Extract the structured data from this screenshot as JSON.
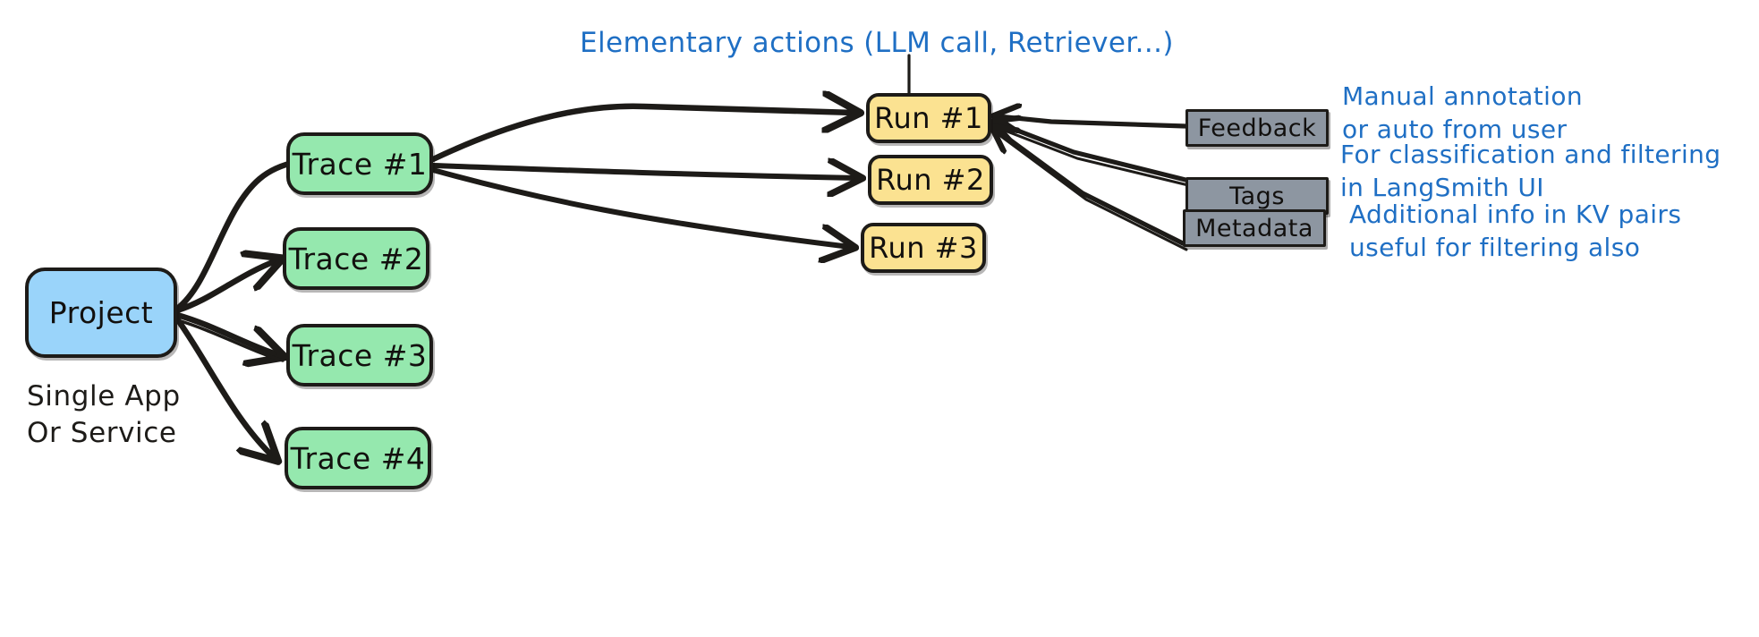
{
  "diagram": {
    "title": "LangSmith tracing hierarchy",
    "colors": {
      "project_fill": "#9ad4fa",
      "trace_fill": "#95e8ae",
      "run_fill": "#fbe291",
      "meta_fill": "#8d96a1",
      "stroke": "#1d1b18",
      "annotation_text": "#1f6fc4",
      "caption_text": "#1d1b18",
      "background": "#ffffff"
    }
  },
  "project": {
    "label": "Project",
    "caption": "Single App\nOr Service"
  },
  "traces": [
    {
      "label": "Trace #1"
    },
    {
      "label": "Trace #2"
    },
    {
      "label": "Trace #3"
    },
    {
      "label": "Trace #4"
    }
  ],
  "runs": [
    {
      "label": "Run #1"
    },
    {
      "label": "Run #2"
    },
    {
      "label": "Run #3"
    }
  ],
  "run_annotation": {
    "text": "Elementary actions (LLM call, Retriever...)"
  },
  "attributes": [
    {
      "label": "Feedback",
      "note": "Manual annotation\nor auto from user"
    },
    {
      "label": "Tags",
      "note": "For classification and filtering\nin LangSmith UI"
    },
    {
      "label": "Metadata",
      "note": "Additional info in KV pairs\nuseful for filtering also"
    }
  ]
}
